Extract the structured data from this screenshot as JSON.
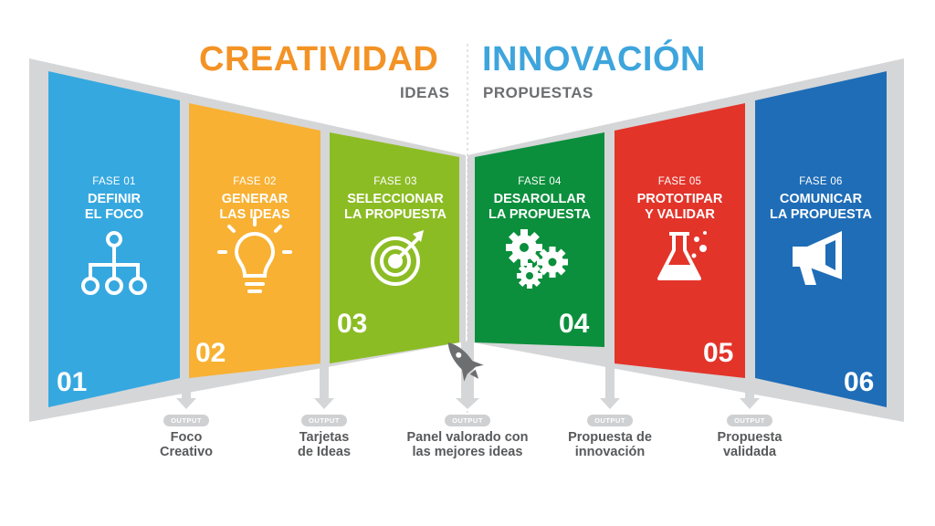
{
  "header": {
    "left_title": "CREATIVIDAD",
    "left_subtitle": "IDEAS",
    "right_title": "INNOVACIÓN",
    "right_subtitle": "PROPUESTAS"
  },
  "colors": {
    "creatividad": "#f39325",
    "innovacion": "#3ea5dc",
    "frame": "#d5d6d8",
    "phase1": "#36a8e0",
    "phase2": "#f8b133",
    "phase3": "#8cbc24",
    "phase4": "#0b8f3c",
    "phase5": "#e3342a",
    "phase6": "#1f6db7"
  },
  "phases": [
    {
      "fase": "FASE 01",
      "title": "DEFINIR\nEL FOCO",
      "number": "01",
      "icon": "hierarchy-icon"
    },
    {
      "fase": "FASE 02",
      "title": "GENERAR\nLAS IDEAS",
      "number": "02",
      "icon": "lightbulb-icon"
    },
    {
      "fase": "FASE 03",
      "title": "SELECCIONAR\nLA PROPUESTA",
      "number": "03",
      "icon": "target-icon"
    },
    {
      "fase": "FASE 04",
      "title": "DESAROLLAR\nLA PROPUESTA",
      "number": "04",
      "icon": "gears-icon"
    },
    {
      "fase": "FASE 05",
      "title": "PROTOTIPAR\nY VALIDAR",
      "number": "05",
      "icon": "flask-icon"
    },
    {
      "fase": "FASE 06",
      "title": "COMUNICAR\nLA PROPUESTA",
      "number": "06",
      "icon": "megaphone-icon"
    }
  ],
  "outputs": [
    {
      "tag": "OUTPUT",
      "text": "Foco\nCreativo"
    },
    {
      "tag": "OUTPUT",
      "text": "Tarjetas\nde Ideas"
    },
    {
      "tag": "OUTPUT",
      "text": "Panel valorado con\nlas mejores ideas"
    },
    {
      "tag": "OUTPUT",
      "text": "Propuesta de\ninnovación"
    },
    {
      "tag": "OUTPUT",
      "text": "Propuesta\nvalidada"
    }
  ],
  "rocket_icon": "rocket-icon"
}
